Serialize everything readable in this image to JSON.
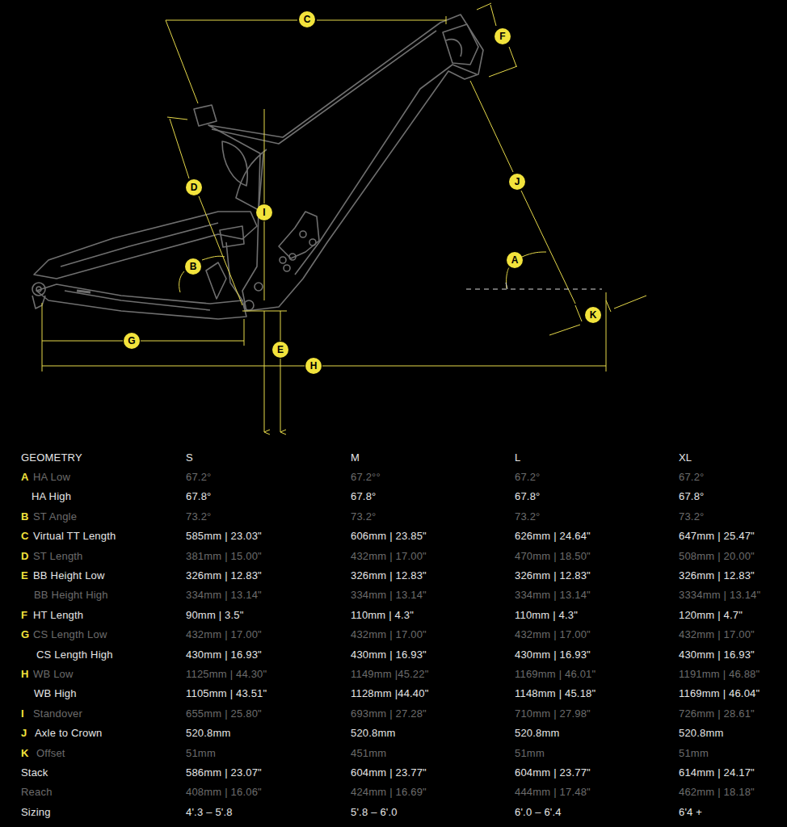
{
  "diagram": {
    "nodes": [
      {
        "text": [
          "C"
        ]
      },
      {
        "text": [
          "F"
        ]
      },
      {
        "text": [
          "D"
        ]
      },
      {
        "text": [
          "I"
        ]
      },
      {
        "text": [
          "J"
        ]
      },
      {
        "text": [
          "A"
        ]
      },
      {
        "text": [
          "B"
        ]
      },
      {
        "text": [
          "K"
        ]
      },
      {
        "text": [
          "G"
        ]
      },
      {
        "text": [
          "E"
        ]
      },
      {
        "text": [
          "H"
        ]
      }
    ],
    "labels": [
      "GEOMETRY",
      "S",
      "M",
      "L",
      "XL",
      "A",
      "HA Low",
      "67.2°",
      "67.2°°",
      "67.2°",
      "67.2°",
      "HA High",
      "67.8°",
      "67.8°",
      "67.8°",
      "67.8°",
      "B",
      "ST Angle",
      "73.2°",
      "73.2°",
      "73.2°",
      "73.2°",
      "C",
      "Virtual TT Length",
      "585mm | 23.03\"",
      "606mm | 23.85\"",
      "626mm | 24.64\"",
      "647mm | 25.47\"",
      "D",
      "ST Length",
      "381mm | 15.00\"",
      "432mm | 17.00\"",
      "470mm | 18.50\"",
      "508mm | 20.00\"",
      "E",
      "BB Height Low",
      "326mm | 12.83\"",
      "326mm | 12.83\"",
      "326mm | 12.83\"",
      "326mm | 12.83\"",
      "BB Height High",
      "334mm | 13.14\"",
      "334mm | 13.14\"",
      "334mm | 13.14\"",
      "3334mm | 13.14\"",
      "F",
      "HT Length",
      "90mm | 3.5\"",
      "110mm | 4.3\"",
      "110mm | 4.3\"",
      "120mm | 4.7\"",
      "G",
      "CS Length Low",
      "432mm | 17.00\"",
      "432mm | 17.00\"",
      "432mm | 17.00\"",
      "432mm | 17.00\"",
      "CS Length High",
      "430mm | 16.93\"",
      "430mm | 16.93\"",
      "430mm | 16.93\"",
      "430mm | 16.93\"",
      "H",
      "WB Low",
      "1125mm | 44.30\"",
      "1149mm |45.22\"",
      "1169mm | 46.01\"",
      "1191mm | 46.88\"",
      "WB High",
      "1105mm | 43.51\"",
      "1128mm |44.40\"",
      "1148mm | 45.18\"",
      "1169mm | 46.04\"",
      "I",
      "Standover",
      "655mm | 25.80\"",
      "693mm | 27.28\"",
      "710mm | 27.98\"",
      "726mm | 28.61\"",
      "J",
      "Axle to Crown",
      "520.8mm",
      "520.8mm",
      "520.8mm",
      "520.8mm",
      "K",
      "Offset",
      "51mm",
      "451mm",
      "51mm",
      "51mm",
      "Stack",
      "586mm | 23.07\"",
      "604mm | 23.77\"",
      "604mm | 23.77\"",
      "614mm | 24.17\"",
      "Reach",
      "408mm | 16.06\"",
      "424mm | 16.69\"",
      "444mm | 17.48\"",
      "462mm | 18.18\"",
      "Sizing",
      "4'.3 – 5'.8",
      "5'.8 – 6'.0",
      "6'.0 – 6'.4",
      "6'4 +"
    ]
  }
}
